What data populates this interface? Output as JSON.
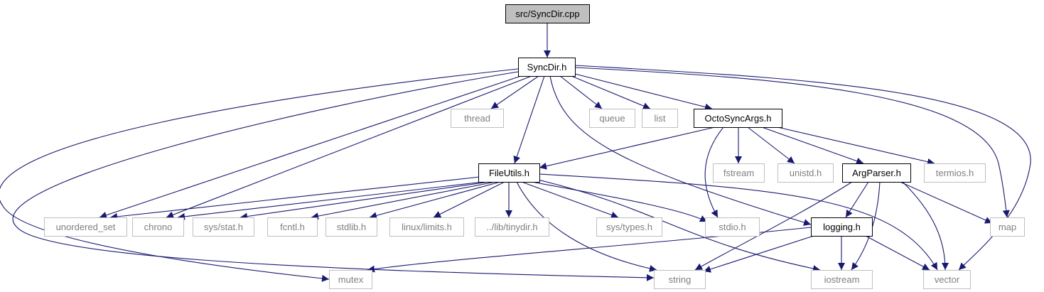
{
  "colors": {
    "edge": "#191970",
    "internal_border": "#000000",
    "external_border": "#bfbfbf",
    "root_fill": "#bfbfbf",
    "internal_text": "#000000",
    "external_text": "#808080",
    "background": "#ffffff"
  },
  "nodes": [
    {
      "id": "syncdir_cpp",
      "label": "src/SyncDir.cpp",
      "kind": "root"
    },
    {
      "id": "syncdir_h",
      "label": "SyncDir.h",
      "kind": "internal"
    },
    {
      "id": "thread",
      "label": "thread",
      "kind": "external"
    },
    {
      "id": "queue",
      "label": "queue",
      "kind": "external"
    },
    {
      "id": "list",
      "label": "list",
      "kind": "external"
    },
    {
      "id": "octosyncargs_h",
      "label": "OctoSyncArgs.h",
      "kind": "internal"
    },
    {
      "id": "fileutils_h",
      "label": "FileUtils.h",
      "kind": "internal"
    },
    {
      "id": "fstream",
      "label": "fstream",
      "kind": "external"
    },
    {
      "id": "unistd_h",
      "label": "unistd.h",
      "kind": "external"
    },
    {
      "id": "argparser_h",
      "label": "ArgParser.h",
      "kind": "internal"
    },
    {
      "id": "termios_h",
      "label": "termios.h",
      "kind": "external"
    },
    {
      "id": "unordered_set",
      "label": "unordered_set",
      "kind": "external"
    },
    {
      "id": "chrono",
      "label": "chrono",
      "kind": "external"
    },
    {
      "id": "sys_stat_h",
      "label": "sys/stat.h",
      "kind": "external"
    },
    {
      "id": "fcntl_h",
      "label": "fcntl.h",
      "kind": "external"
    },
    {
      "id": "stdlib_h",
      "label": "stdlib.h",
      "kind": "external"
    },
    {
      "id": "linux_limits_h",
      "label": "linux/limits.h",
      "kind": "external"
    },
    {
      "id": "tinydir_h",
      "label": "../lib/tinydir.h",
      "kind": "external"
    },
    {
      "id": "sys_types_h",
      "label": "sys/types.h",
      "kind": "external"
    },
    {
      "id": "stdio_h",
      "label": "stdio.h",
      "kind": "external"
    },
    {
      "id": "logging_h",
      "label": "logging.h",
      "kind": "internal"
    },
    {
      "id": "map",
      "label": "map",
      "kind": "external"
    },
    {
      "id": "mutex",
      "label": "mutex",
      "kind": "external"
    },
    {
      "id": "string",
      "label": "string",
      "kind": "external"
    },
    {
      "id": "iostream",
      "label": "iostream",
      "kind": "external"
    },
    {
      "id": "vector",
      "label": "vector",
      "kind": "external"
    }
  ],
  "edges": [
    {
      "from": "syncdir_cpp",
      "to": "syncdir_h"
    },
    {
      "from": "syncdir_h",
      "to": "thread"
    },
    {
      "from": "syncdir_h",
      "to": "queue"
    },
    {
      "from": "syncdir_h",
      "to": "list"
    },
    {
      "from": "syncdir_h",
      "to": "octosyncargs_h"
    },
    {
      "from": "syncdir_h",
      "to": "fileutils_h"
    },
    {
      "from": "syncdir_h",
      "to": "unordered_set"
    },
    {
      "from": "syncdir_h",
      "to": "chrono"
    },
    {
      "from": "syncdir_h",
      "to": "mutex"
    },
    {
      "from": "syncdir_h",
      "to": "string"
    },
    {
      "from": "syncdir_h",
      "to": "logging_h"
    },
    {
      "from": "syncdir_h",
      "to": "map"
    },
    {
      "from": "syncdir_h",
      "to": "vector"
    },
    {
      "from": "octosyncargs_h",
      "to": "fileutils_h"
    },
    {
      "from": "octosyncargs_h",
      "to": "fstream"
    },
    {
      "from": "octosyncargs_h",
      "to": "unistd_h"
    },
    {
      "from": "octosyncargs_h",
      "to": "argparser_h"
    },
    {
      "from": "octosyncargs_h",
      "to": "termios_h"
    },
    {
      "from": "octosyncargs_h",
      "to": "stdio_h"
    },
    {
      "from": "fileutils_h",
      "to": "unordered_set"
    },
    {
      "from": "fileutils_h",
      "to": "chrono"
    },
    {
      "from": "fileutils_h",
      "to": "sys_stat_h"
    },
    {
      "from": "fileutils_h",
      "to": "fcntl_h"
    },
    {
      "from": "fileutils_h",
      "to": "stdlib_h"
    },
    {
      "from": "fileutils_h",
      "to": "linux_limits_h"
    },
    {
      "from": "fileutils_h",
      "to": "tinydir_h"
    },
    {
      "from": "fileutils_h",
      "to": "sys_types_h"
    },
    {
      "from": "fileutils_h",
      "to": "stdio_h"
    },
    {
      "from": "fileutils_h",
      "to": "string"
    },
    {
      "from": "fileutils_h",
      "to": "iostream"
    },
    {
      "from": "fileutils_h",
      "to": "vector"
    },
    {
      "from": "argparser_h",
      "to": "logging_h"
    },
    {
      "from": "argparser_h",
      "to": "iostream"
    },
    {
      "from": "argparser_h",
      "to": "map"
    },
    {
      "from": "argparser_h",
      "to": "vector"
    },
    {
      "from": "argparser_h",
      "to": "string"
    },
    {
      "from": "logging_h",
      "to": "mutex"
    },
    {
      "from": "logging_h",
      "to": "string"
    },
    {
      "from": "logging_h",
      "to": "iostream"
    },
    {
      "from": "logging_h",
      "to": "vector"
    }
  ]
}
